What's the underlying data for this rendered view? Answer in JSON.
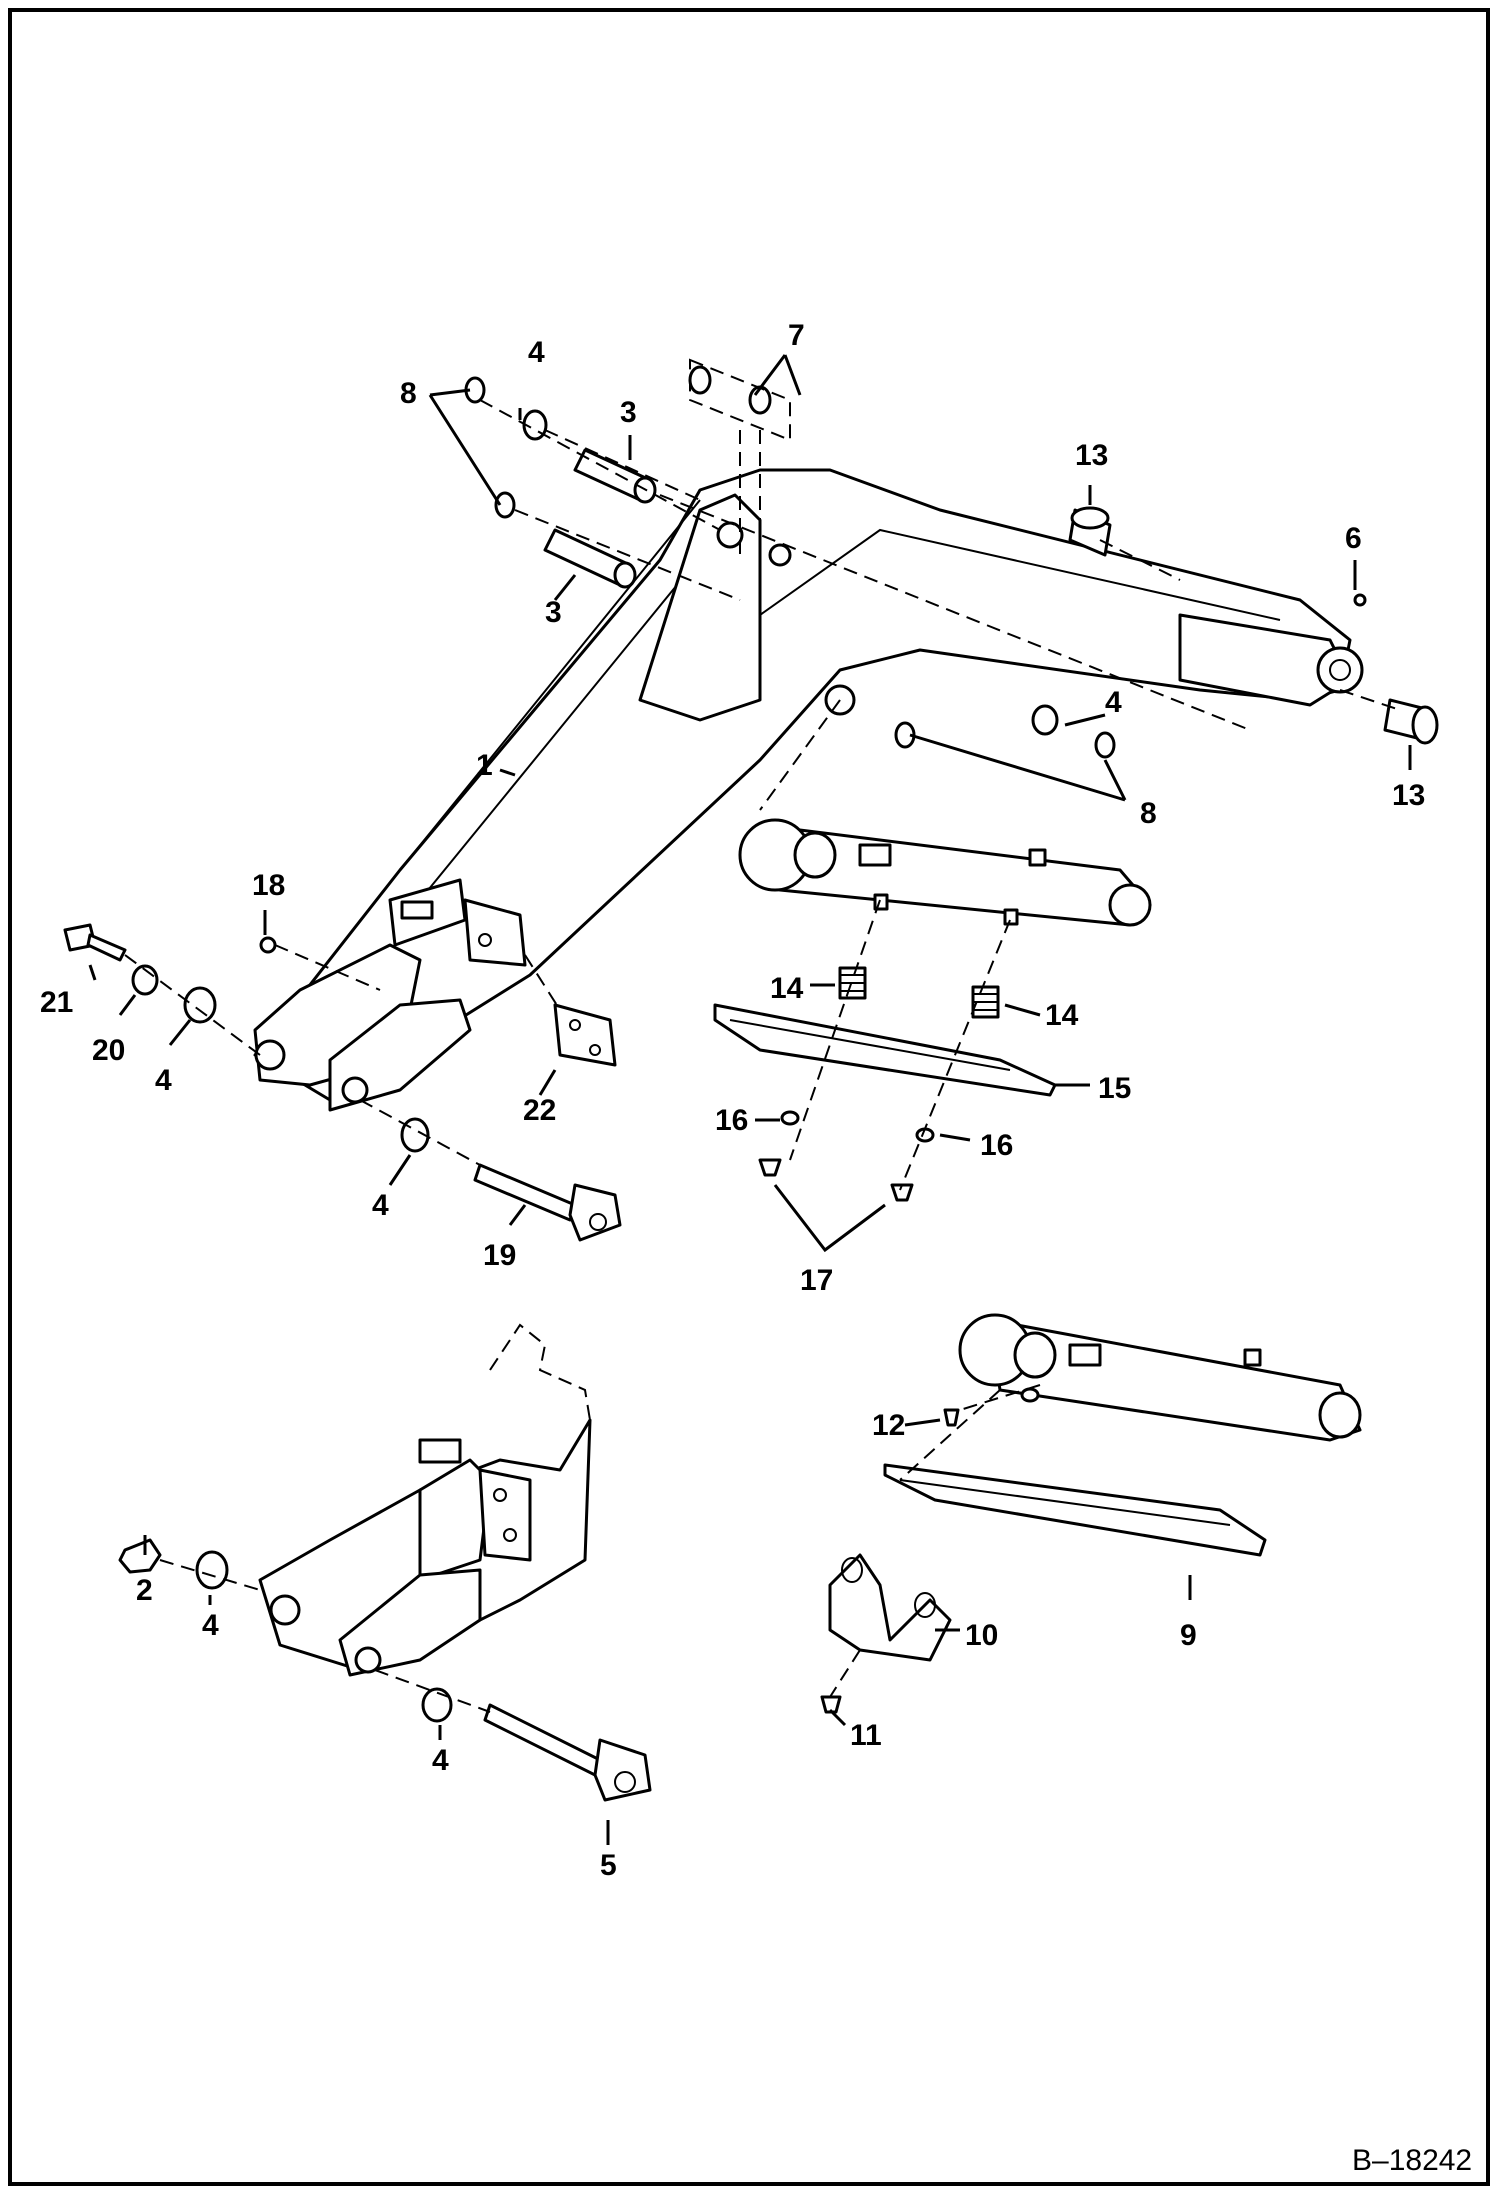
{
  "drawing_ref": "B–18242",
  "callouts": {
    "c1": "1",
    "c2": "2",
    "c3a": "3",
    "c3b": "3",
    "c4a": "4",
    "c4b": "4",
    "c4c": "4",
    "c4d": "4",
    "c4e": "4",
    "c4f": "4",
    "c5": "5",
    "c6": "6",
    "c7": "7",
    "c8a": "8",
    "c8b": "8",
    "c9": "9",
    "c10": "10",
    "c11": "11",
    "c12": "12",
    "c13a": "13",
    "c13b": "13",
    "c14a": "14",
    "c14b": "14",
    "c15": "15",
    "c16a": "16",
    "c16b": "16",
    "c17": "17",
    "c18": "18",
    "c19": "19",
    "c20": "20",
    "c21": "21",
    "c22": "22"
  }
}
